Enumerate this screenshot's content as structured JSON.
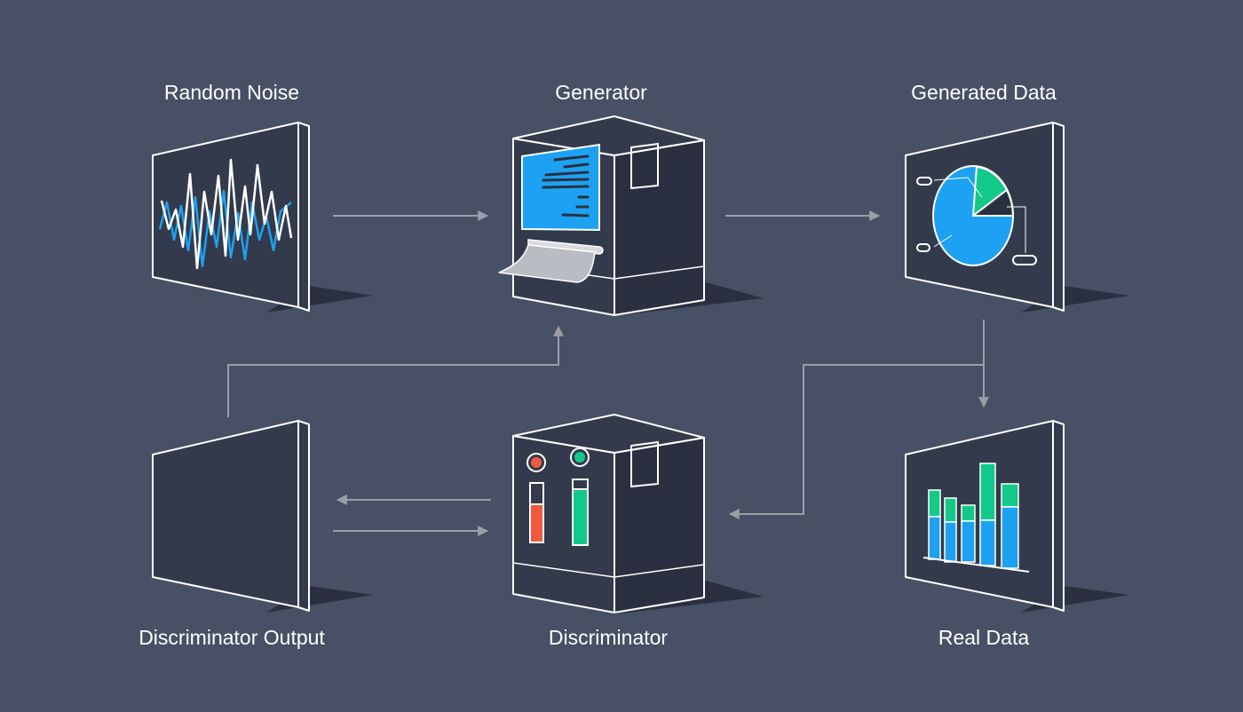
{
  "labels": {
    "random_noise": "Random Noise",
    "generator": "Generator",
    "generated_data": "Generated Data",
    "discriminator_output": "Discriminator Output",
    "discriminator": "Discriminator",
    "real_data": "Real Data"
  },
  "colors": {
    "background": "#475064",
    "panel": "#333a4b",
    "machine_dark": "#2a3040",
    "stroke": "#ffffff",
    "arrow": "#9a9ea6",
    "blue": "#1da1f2",
    "green": "#12c98a",
    "red": "#f15a3e",
    "paper": "#b9bcc2"
  },
  "icons": [
    "noise-waveform-icon",
    "generator-machine-icon",
    "pie-chart-icon",
    "bar-chart-icon",
    "discriminator-machine-icon",
    "indicator-light-icon",
    "level-gauge-icon"
  ]
}
